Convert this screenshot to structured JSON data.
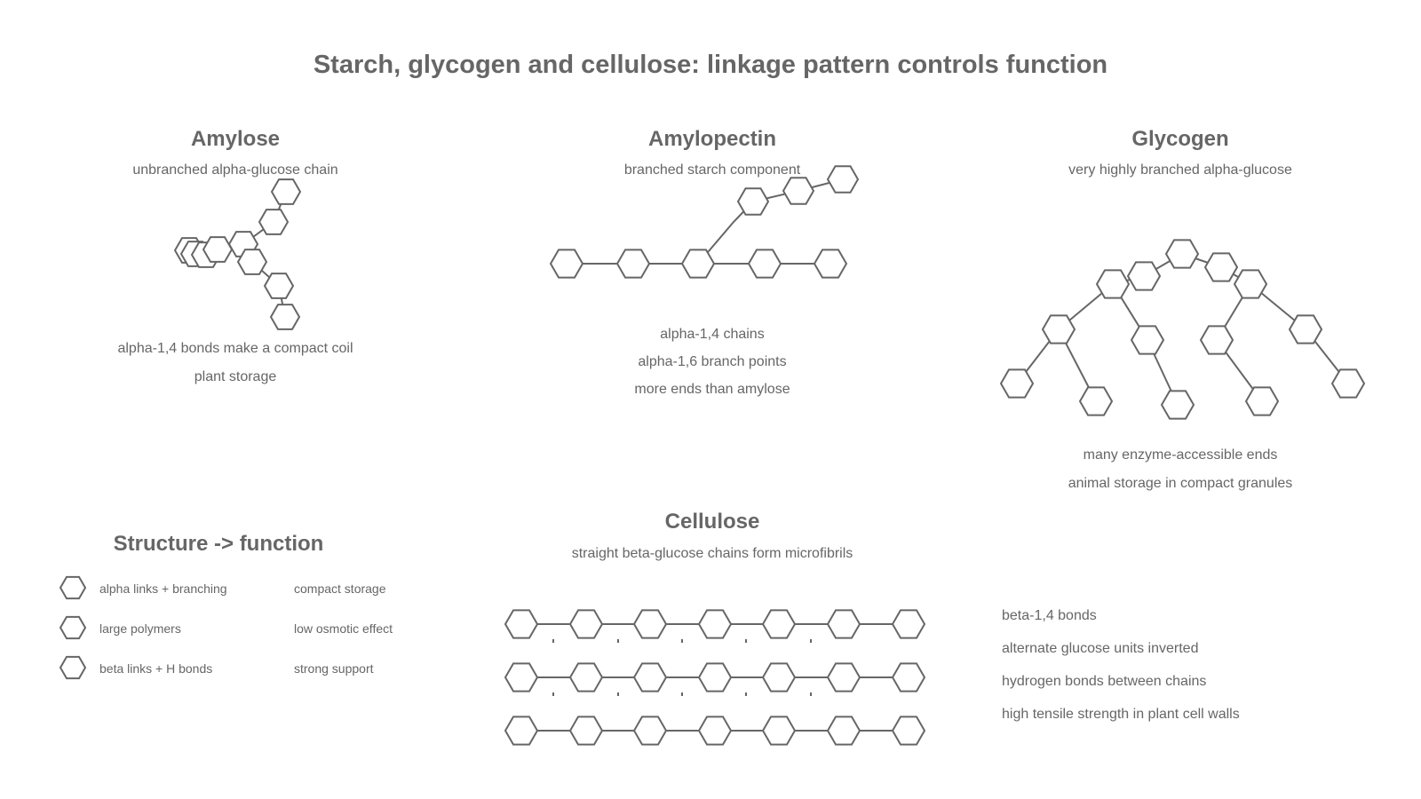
{
  "title": "Starch, glycogen and cellulose: linkage pattern controls function",
  "amylose": {
    "heading": "Amylose",
    "subtitle": "unbranched alpha-glucose chain",
    "notes": [
      "alpha-1,4 bonds make a compact coil",
      "plant storage"
    ]
  },
  "amylopectin": {
    "heading": "Amylopectin",
    "subtitle": "branched starch component",
    "notes": [
      "alpha-1,4 chains",
      "alpha-1,6 branch points",
      "more ends than amylose"
    ]
  },
  "glycogen": {
    "heading": "Glycogen",
    "subtitle": "very highly branched alpha-glucose",
    "notes": [
      "many enzyme-accessible ends",
      "animal storage in compact granules"
    ]
  },
  "cellulose": {
    "heading": "Cellulose",
    "subtitle": "straight beta-glucose chains form microfibrils",
    "notes": [
      "beta-1,4 bonds",
      "alternate glucose units inverted",
      "hydrogen bonds between chains",
      "high tensile strength in plant cell walls"
    ]
  },
  "legend": {
    "heading": "Structure -> function",
    "rows": [
      {
        "structure": "alpha links + branching",
        "function": "compact storage"
      },
      {
        "structure": "large polymers",
        "function": "low osmotic effect"
      },
      {
        "structure": "beta links + H bonds",
        "function": "strong support"
      }
    ]
  },
  "colors": {
    "stroke": "#666666",
    "text": "#666666",
    "background": "#ffffff"
  }
}
